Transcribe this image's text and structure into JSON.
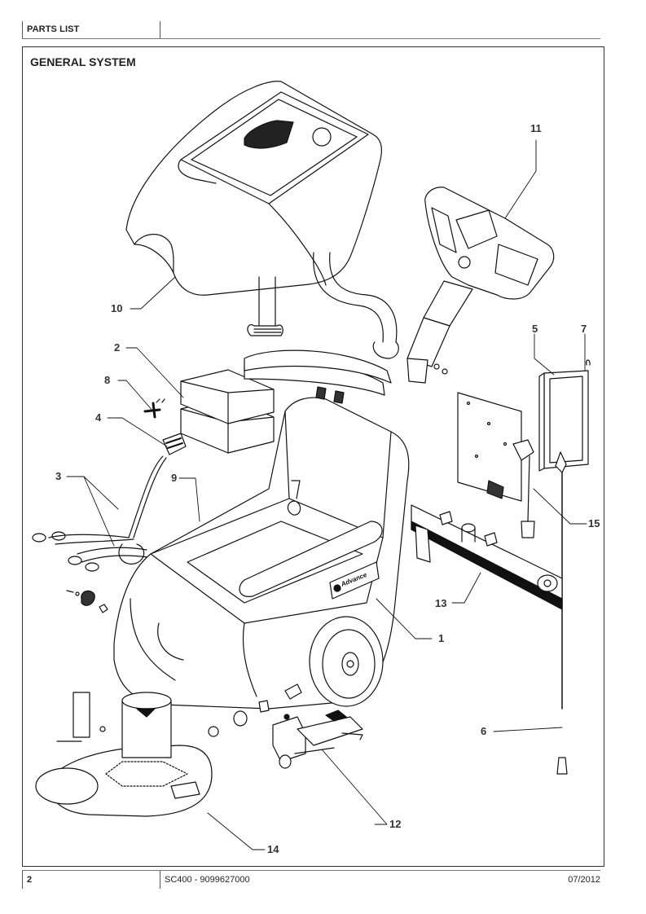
{
  "header": {
    "section_label": "PARTS LIST"
  },
  "main": {
    "title": "GENERAL SYSTEM",
    "brand_decal": "Advance",
    "callouts": [
      {
        "id": "10",
        "label": "10"
      },
      {
        "id": "2",
        "label": "2"
      },
      {
        "id": "8",
        "label": "8"
      },
      {
        "id": "4",
        "label": "4"
      },
      {
        "id": "3",
        "label": "3"
      },
      {
        "id": "9",
        "label": "9"
      },
      {
        "id": "11",
        "label": "11"
      },
      {
        "id": "5",
        "label": "5"
      },
      {
        "id": "7",
        "label": "7"
      },
      {
        "id": "15",
        "label": "15"
      },
      {
        "id": "13",
        "label": "13"
      },
      {
        "id": "1",
        "label": "1"
      },
      {
        "id": "6",
        "label": "6"
      },
      {
        "id": "12",
        "label": "12"
      },
      {
        "id": "14",
        "label": "14"
      }
    ]
  },
  "footer": {
    "page_number": "2",
    "model": "SC400 - 9099627000",
    "date": "07/2012"
  }
}
